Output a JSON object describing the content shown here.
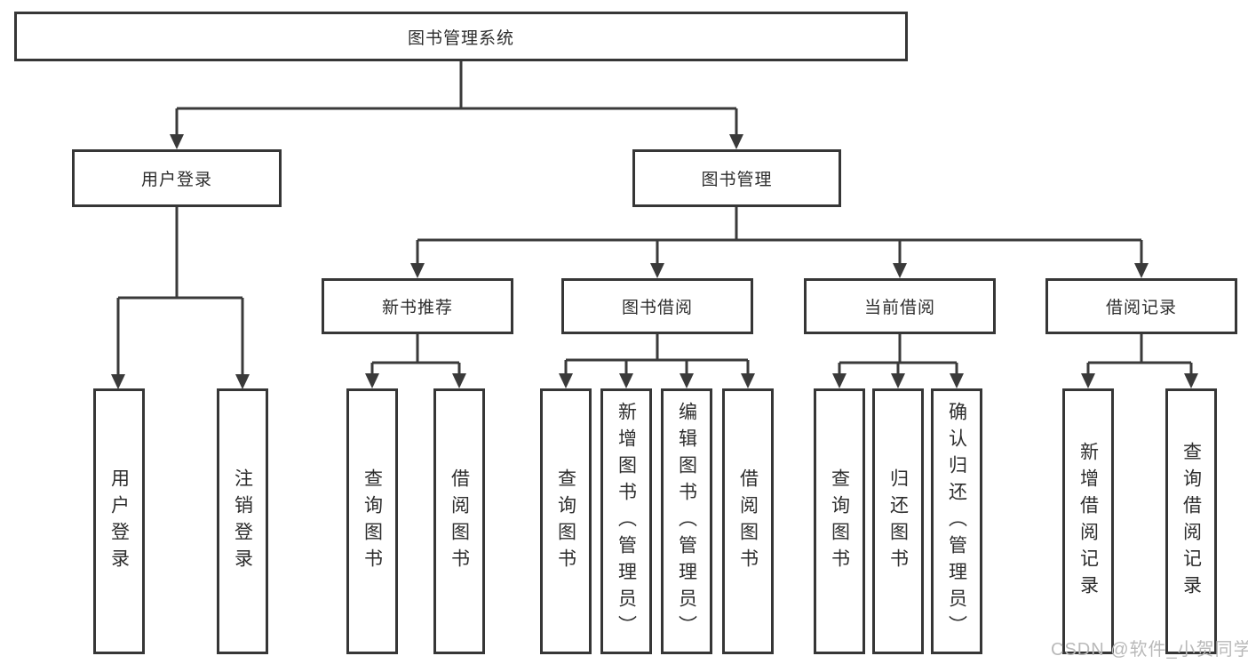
{
  "diagram": {
    "title": "图书管理系统",
    "nodes": {
      "root": {
        "label": "图书管理系统"
      },
      "user_login": {
        "label": "用户登录"
      },
      "book_manage": {
        "label": "图书管理"
      },
      "login": {
        "label": "用户登录"
      },
      "logout": {
        "label": "注销登录"
      },
      "new_book_rec": {
        "label": "新书推荐"
      },
      "book_borrow": {
        "label": "图书借阅"
      },
      "current_borrow": {
        "label": "当前借阅"
      },
      "borrow_records": {
        "label": "借阅记录"
      },
      "rec_query_book": {
        "label": "查询图书"
      },
      "rec_borrow_book": {
        "label": "借阅图书"
      },
      "bb_query_book": {
        "label": "查询图书"
      },
      "bb_add_book": {
        "label": "新增图书（管理员）"
      },
      "bb_edit_book": {
        "label": "编辑图书（管理员）"
      },
      "bb_borrow_book": {
        "label": "借阅图书"
      },
      "cb_query_book": {
        "label": "查询图书"
      },
      "cb_return_book": {
        "label": "归还图书"
      },
      "cb_confirm_return": {
        "label": "确认归还（管理员）"
      },
      "br_add_record": {
        "label": "新增借阅记录"
      },
      "br_query_record": {
        "label": "查询借阅记录"
      }
    },
    "hierarchy": [
      {
        "parent": "图书管理系统",
        "children": [
          "用户登录",
          "图书管理"
        ]
      },
      {
        "parent": "用户登录",
        "children": [
          "用户登录",
          "注销登录"
        ]
      },
      {
        "parent": "图书管理",
        "children": [
          "新书推荐",
          "图书借阅",
          "当前借阅",
          "借阅记录"
        ]
      },
      {
        "parent": "新书推荐",
        "children": [
          "查询图书",
          "借阅图书"
        ]
      },
      {
        "parent": "图书借阅",
        "children": [
          "查询图书",
          "新增图书（管理员）",
          "编辑图书（管理员）",
          "借阅图书"
        ]
      },
      {
        "parent": "当前借阅",
        "children": [
          "查询图书",
          "归还图书",
          "确认归还（管理员）"
        ]
      },
      {
        "parent": "借阅记录",
        "children": [
          "新增借阅记录",
          "查询借阅记录"
        ]
      }
    ],
    "colors": {
      "line": "#3a3a3a",
      "box_border": "#363636",
      "box_fill": "#ffffff",
      "text": "#2d2d2d",
      "watermark": "#b9b9b9"
    },
    "watermark": "CSDN @软件_小贺同学"
  }
}
